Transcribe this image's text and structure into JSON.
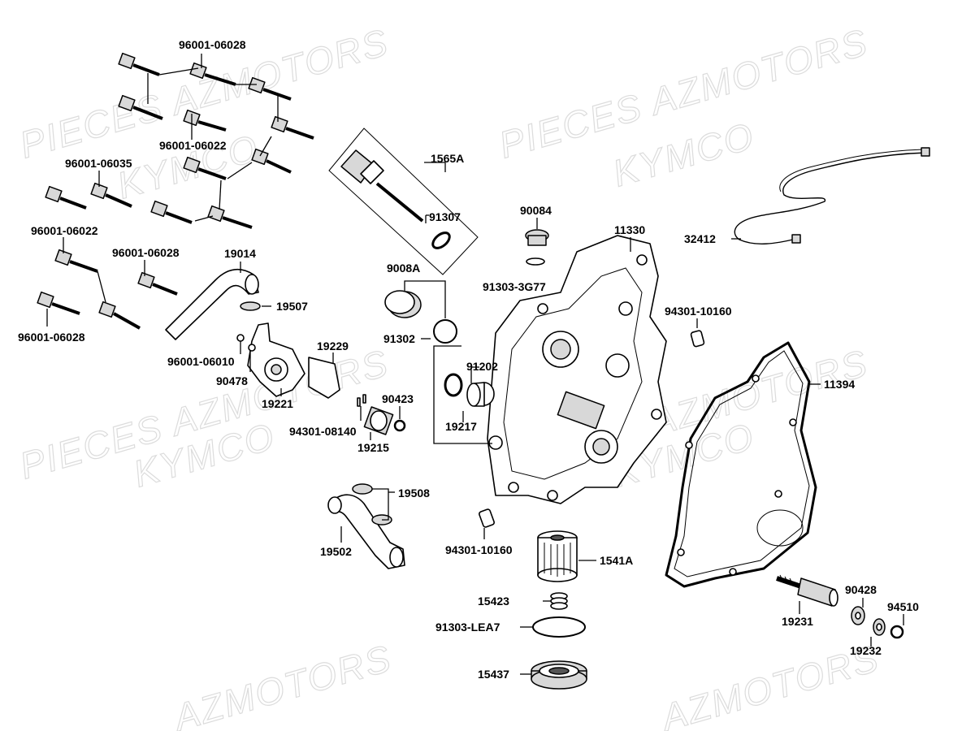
{
  "watermarks": [
    "PIECES AZMOTORS",
    "KYMCO",
    "PIECES AZMOTORS",
    "KYMCO",
    "PIECES AZMOTORS",
    "KYMCO",
    "PIECES AZMOTORS",
    "KYMCO",
    "AZMOTORS",
    "AZMOTORS"
  ],
  "labels": {
    "p96001_06028_top": "96001-06028",
    "p96001_06022_a": "96001-06022",
    "p96001_06035": "96001-06035",
    "p96001_06022_b": "96001-06022",
    "p96001_06028_mid": "96001-06028",
    "p96001_06028_low": "96001-06028",
    "p1565A": "1565A",
    "p91307": "91307",
    "p90084": "90084",
    "p91303_3G77": "91303-3G77",
    "p11330": "11330",
    "p32412": "32412",
    "p19014": "19014",
    "p19507": "19507",
    "p9008A": "9008A",
    "p91302": "91302",
    "p94301_10160_a": "94301-10160",
    "p96001_06010": "96001-06010",
    "p90478": "90478",
    "p19229": "19229",
    "p19221": "19221",
    "p91202": "91202",
    "p11394": "11394",
    "p90423": "90423",
    "p94301_08140": "94301-08140",
    "p19215": "19215",
    "p19217": "19217",
    "p19508": "19508",
    "p19502": "19502",
    "p94301_10160_b": "94301-10160",
    "p1541A": "1541A",
    "p15423": "15423",
    "p91303_LEA7": "91303-LEA7",
    "p15437": "15437",
    "p90428": "90428",
    "p94510": "94510",
    "p19231": "19231",
    "p19232": "19232"
  }
}
